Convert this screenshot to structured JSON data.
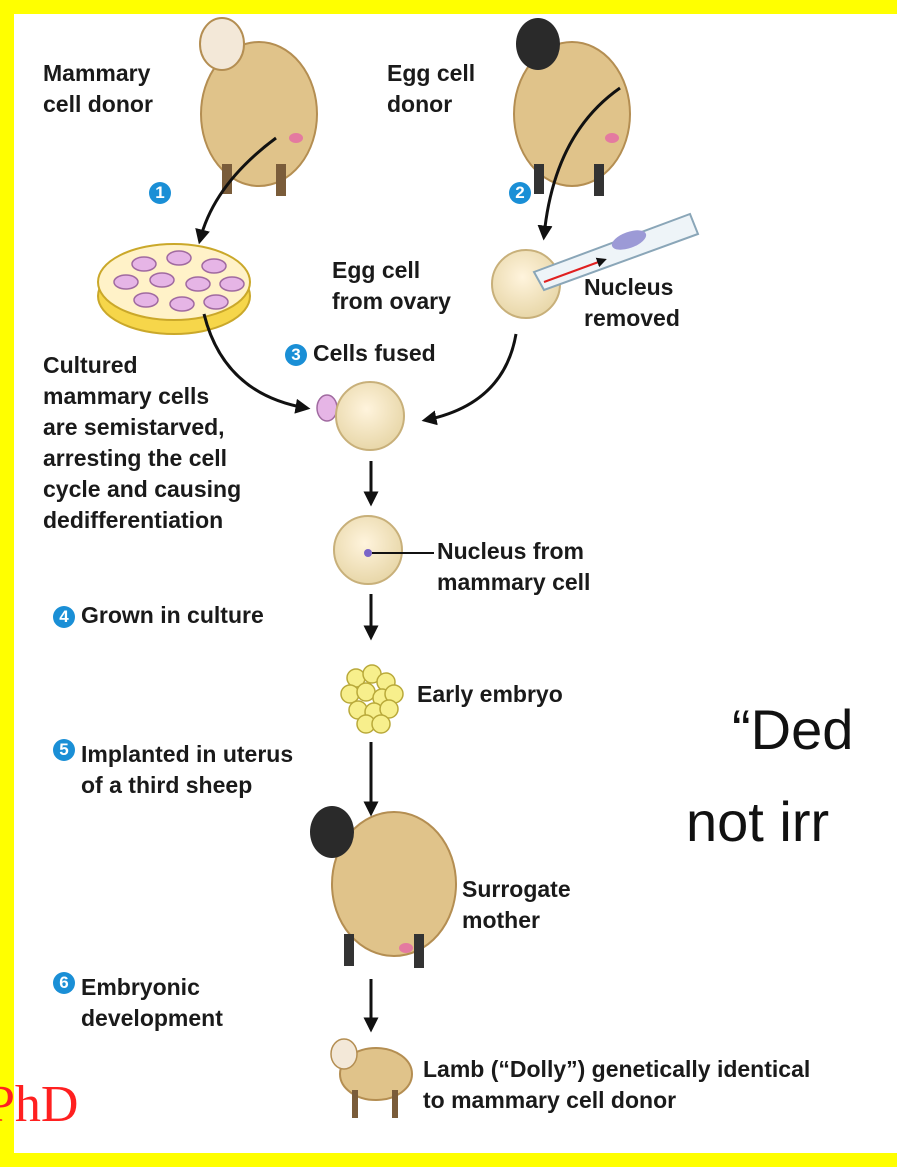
{
  "labels": {
    "mammary_donor": "Mammary\ncell donor",
    "egg_donor": "Egg cell\ndonor",
    "egg_from_ovary": "Egg cell\nfrom ovary",
    "nucleus_removed": "Nucleus\nremoved",
    "cultured": "Cultured\nmammary cells\nare semistarved,\narresting the cell\ncycle and causing\ndedifferentiation",
    "nucleus_from": "Nucleus from\nmammary cell",
    "early_embryo": "Early embryo",
    "surrogate": "Surrogate\nmother",
    "lamb": "Lamb (“Dolly”) genetically identical\nto mammary cell donor"
  },
  "steps": [
    {
      "num": "1",
      "text": ""
    },
    {
      "num": "2",
      "text": ""
    },
    {
      "num": "3",
      "text": "Cells fused"
    },
    {
      "num": "4",
      "text": "Grown in culture"
    },
    {
      "num": "5",
      "text": "Implanted in uterus\nof a third sheep"
    },
    {
      "num": "6",
      "text": "Embryonic\ndevelopment"
    }
  ],
  "slide_text": {
    "line1": "“Ded",
    "line2": "not irr"
  },
  "footer": {
    "phd": "PhD"
  },
  "colors": {
    "frame": "#ffff00",
    "step_badge": "#1a8fd6",
    "phd": "#ff2020",
    "arrow_red": "#e02020"
  }
}
